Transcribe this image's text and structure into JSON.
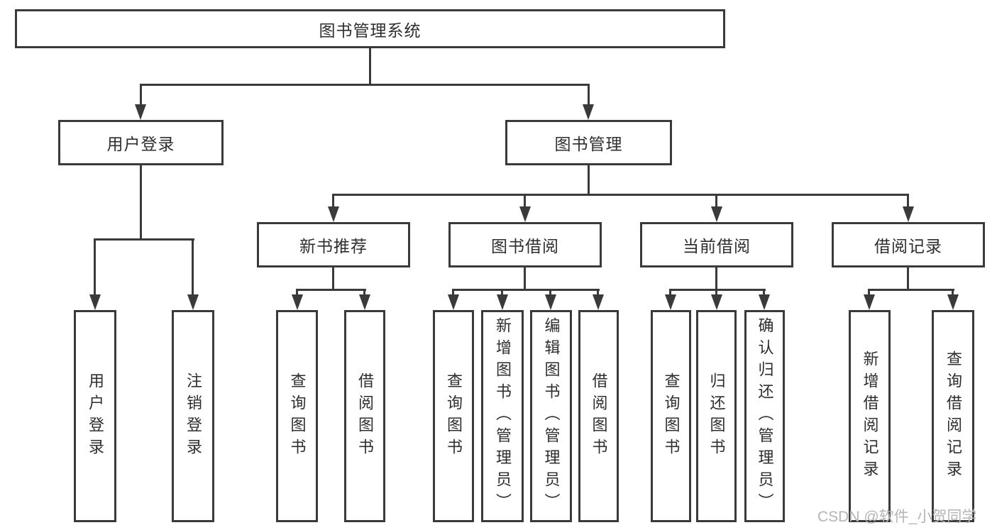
{
  "diagram": {
    "type": "hierarchy-tree",
    "description": "Functional structure diagram of a library management system"
  },
  "tree": {
    "root_label": "图书管理系统",
    "children": [
      {
        "label": "用户登录",
        "children": [
          {
            "label": "用户登录"
          },
          {
            "label": "注销登录"
          }
        ]
      },
      {
        "label": "图书管理",
        "children": [
          {
            "label": "新书推荐",
            "children": [
              {
                "label": "查询图书"
              },
              {
                "label": "借阅图书"
              }
            ]
          },
          {
            "label": "图书借阅",
            "children": [
              {
                "label": "查询图书"
              },
              {
                "label": "新增图书（管理员）"
              },
              {
                "label": "编辑图书（管理员）"
              },
              {
                "label": "借阅图书"
              }
            ]
          },
          {
            "label": "当前借阅",
            "children": [
              {
                "label": "查询图书"
              },
              {
                "label": "归还图书"
              },
              {
                "label": "确认归还（管理员）"
              }
            ]
          },
          {
            "label": "借阅记录",
            "children": [
              {
                "label": "新增借阅记录"
              },
              {
                "label": "查询借阅记录"
              }
            ]
          }
        ]
      }
    ]
  },
  "watermark": {
    "text": "CSDN @软件_小贺同学"
  },
  "colors": {
    "line": "#3a3a3a",
    "text": "#2e2e2e",
    "watermark": "#b5b5b5",
    "background": "#ffffff"
  }
}
